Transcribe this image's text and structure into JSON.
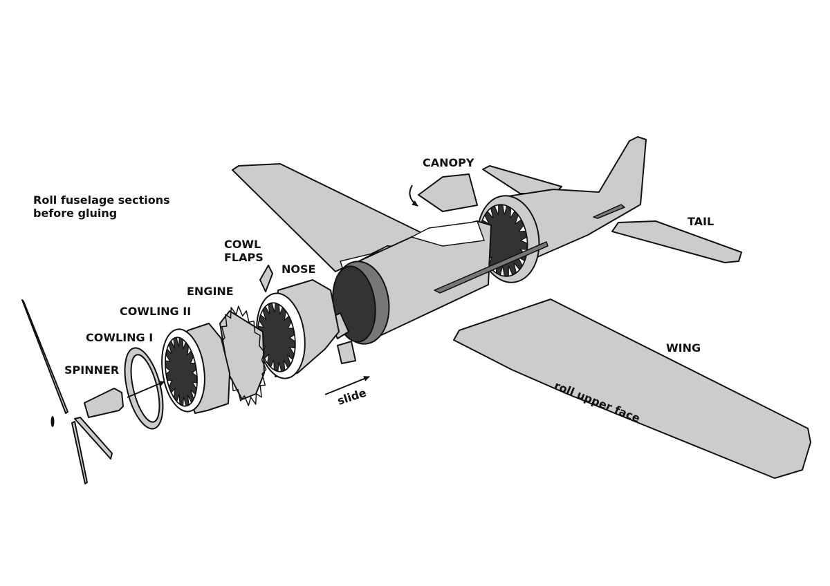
{
  "colors": {
    "part_fill": "#cccccc",
    "dark_fill": "#333333",
    "mid_fill": "#777777",
    "outline": "#111111",
    "background": "#ffffff"
  },
  "labels": {
    "canopy": "CANOPY",
    "tail": "TAIL",
    "wing": "WING",
    "nose": "NOSE",
    "cowl_flaps_line1": "COWL",
    "cowl_flaps_line2": "FLAPS",
    "engine": "ENGINE",
    "cowling_2": "COWLING II",
    "cowling_1": "COWLING I",
    "spinner": "SPINNER"
  },
  "notes": {
    "fuselage_line1": "Roll fuselage sections",
    "fuselage_line2": "before gluing",
    "slide": "slide",
    "roll_upper_face": "roll upper face"
  },
  "icons": [
    "curved-arrow-icon",
    "slide-arrow-icon",
    "assembly-arrow-icon"
  ]
}
